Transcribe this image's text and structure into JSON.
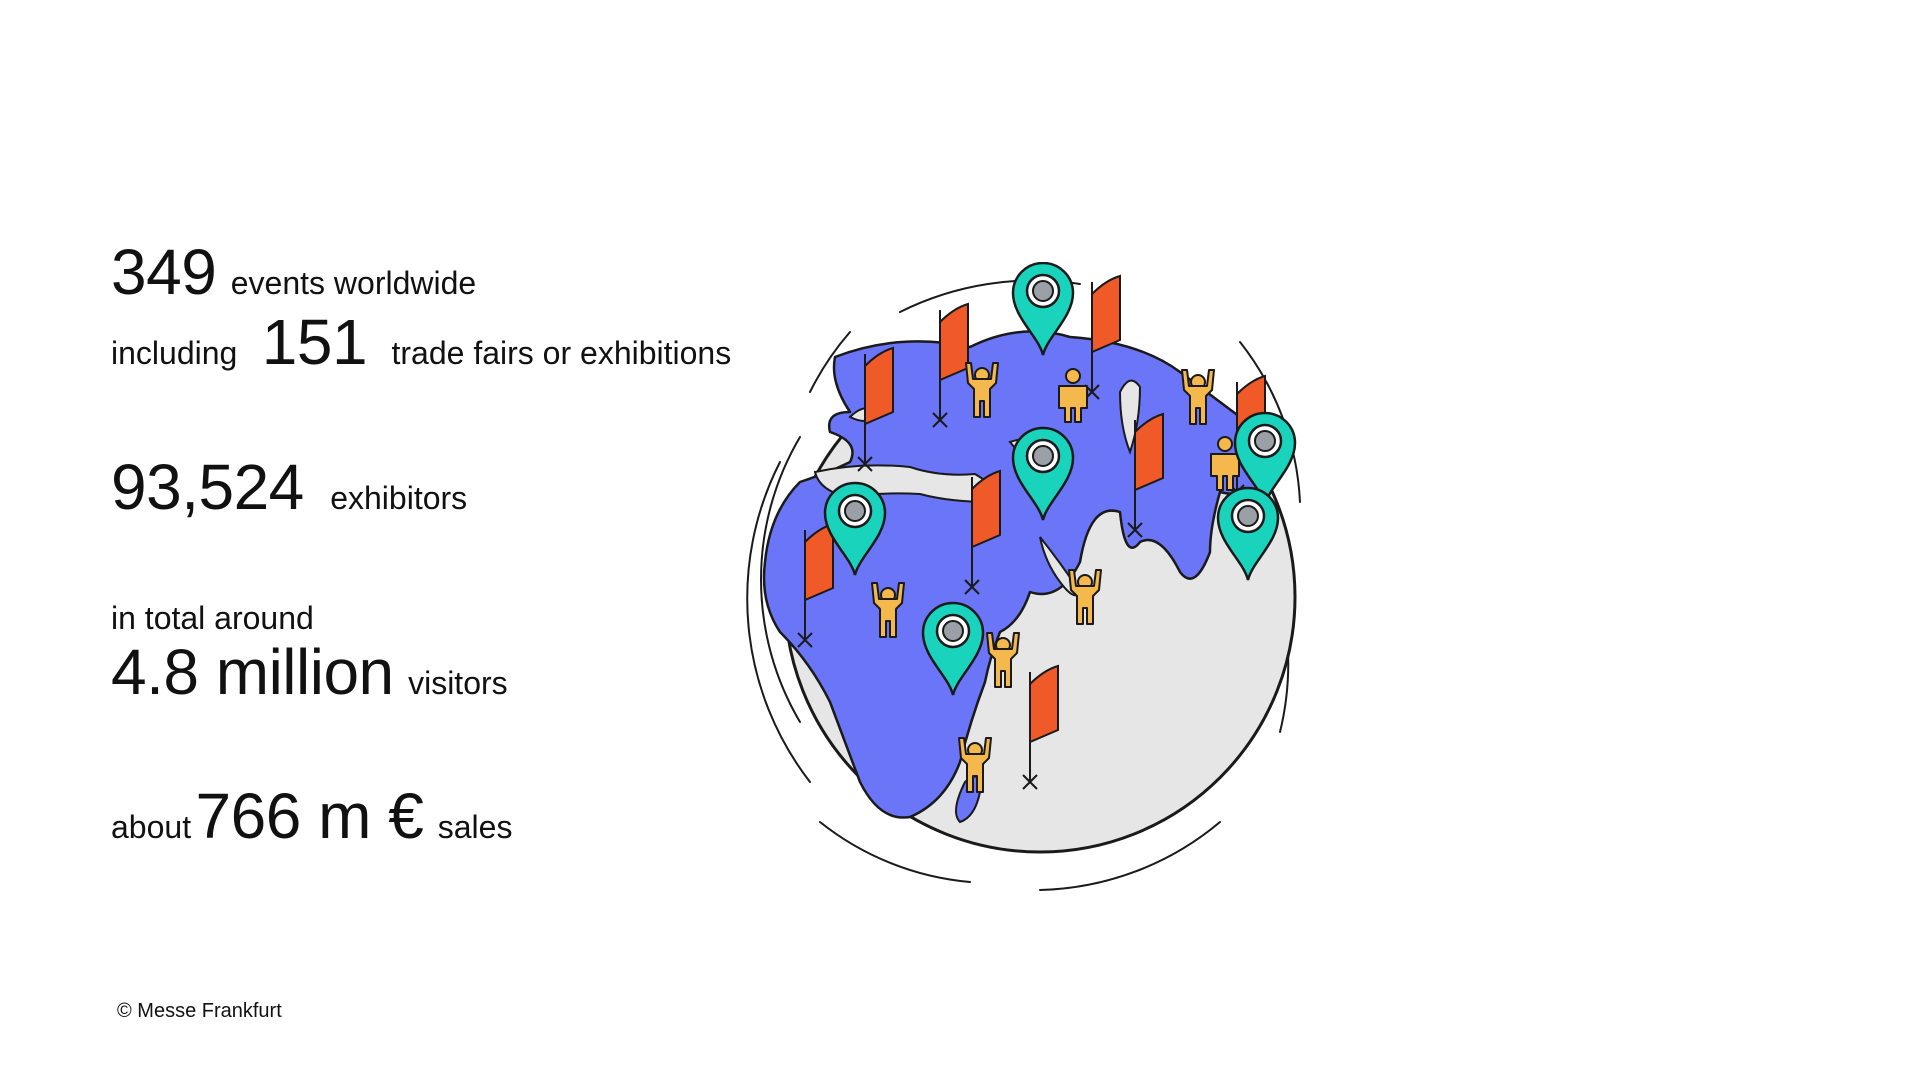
{
  "stats": {
    "events": {
      "number": "349",
      "label": "events worldwide"
    },
    "trade_fairs": {
      "prefix": "including",
      "number": "151",
      "label": "trade fairs or exhibitions"
    },
    "exhibitors": {
      "number": "93,524",
      "label": "exhibitors"
    },
    "visitors": {
      "prefix": "in total around",
      "number": "4.8 million",
      "label": "visitors"
    },
    "sales": {
      "prefix": "about",
      "number": "766 m €",
      "label": "sales"
    }
  },
  "footer": {
    "copyright": "© Messe Frankfurt"
  },
  "illustration": {
    "icons": [
      "globe-icon",
      "map-pin-icon",
      "flag-icon",
      "person-icon"
    ],
    "colors": {
      "land": "#6a75f7",
      "ocean": "#e6e6e6",
      "flag": "#ef5a28",
      "pin": "#19d3bd",
      "person": "#f5b84c",
      "outline": "#1a1a1a"
    }
  }
}
